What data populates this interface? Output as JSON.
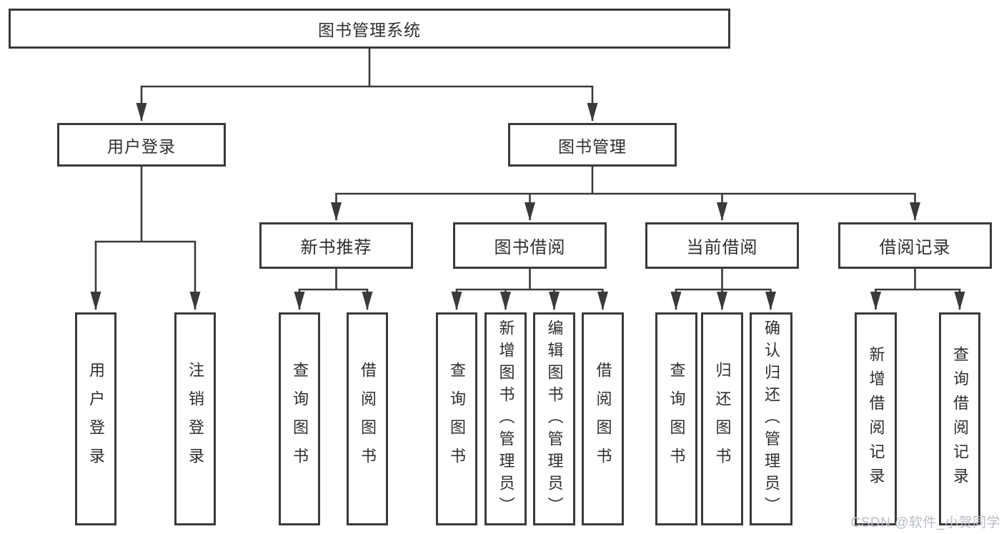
{
  "diagram": {
    "type": "hierarchy-tree",
    "hierarchy": {
      "图书管理系统": {
        "用户登录": [
          "用户登录",
          "注销登录"
        ],
        "图书管理": {
          "新书推荐": [
            "查询图书",
            "借阅图书"
          ],
          "图书借阅": [
            "查询图书",
            "新增图书（管理员）",
            "编辑图书（管理员）",
            "借阅图书"
          ],
          "当前借阅": [
            "查询图书",
            "归还图书",
            "确认归还（管理员）"
          ],
          "借阅记录": [
            "新增借阅记录",
            "查询借阅记录"
          ]
        }
      }
    }
  },
  "nodes": {
    "root": {
      "label": "图书管理系统"
    },
    "user_login": {
      "label": "用户登录"
    },
    "book_mgmt": {
      "label": "图书管理"
    },
    "new_book_rec": {
      "label": "新书推荐"
    },
    "book_borrow": {
      "label": "图书借阅"
    },
    "current_borrow": {
      "label": "当前借阅"
    },
    "borrow_record": {
      "label": "借阅记录"
    },
    "leaf_user_login": {
      "label": "用户登录"
    },
    "leaf_logout": {
      "label": "注销登录"
    },
    "leaf_query_book_a": {
      "label": "查询图书"
    },
    "leaf_borrow_book_a": {
      "label": "借阅图书"
    },
    "leaf_query_book_b": {
      "label": "查询图书"
    },
    "leaf_add_book": {
      "label": "新增图书（管理员）"
    },
    "leaf_edit_book": {
      "label": "编辑图书（管理员）"
    },
    "leaf_borrow_book_b": {
      "label": "借阅图书"
    },
    "leaf_query_book_c": {
      "label": "查询图书"
    },
    "leaf_return_book": {
      "label": "归还图书"
    },
    "leaf_confirm_return": {
      "label": "确认归还（管理员）"
    },
    "leaf_add_record": {
      "label": "新增借阅记录"
    },
    "leaf_query_record": {
      "label": "查询借阅记录"
    }
  },
  "colors": {
    "line": "#3a3a3a",
    "box_border": "#3a3a3a",
    "box_bg": "#ffffff",
    "watermark": "#b9bec6"
  },
  "watermark": {
    "text": "CSDN @软件_小贺同学"
  }
}
